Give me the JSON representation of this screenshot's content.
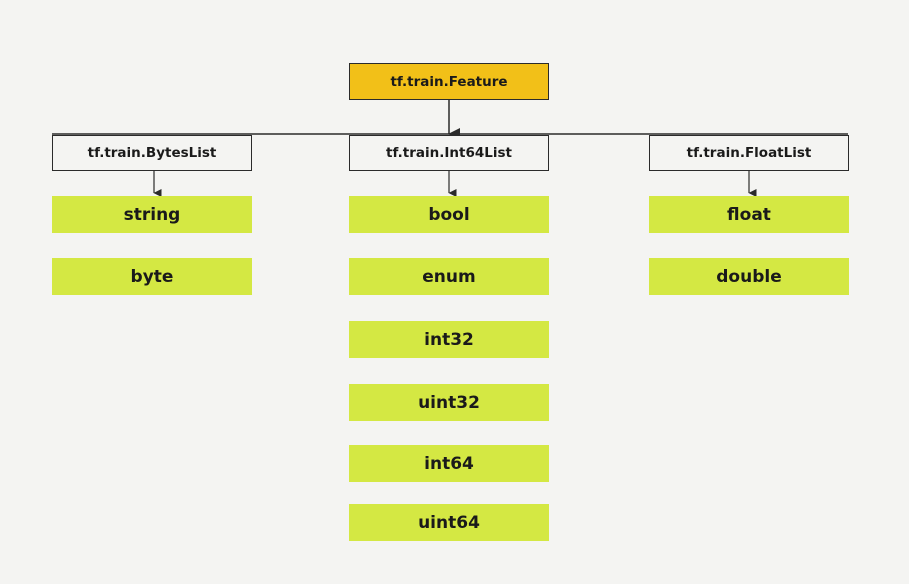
{
  "root": {
    "label": "tf.train.Feature"
  },
  "columns": [
    {
      "header": "tf.train.BytesList",
      "types": [
        "string",
        "byte"
      ]
    },
    {
      "header": "tf.train.Int64List",
      "types": [
        "bool",
        "enum",
        "int32",
        "uint32",
        "int64",
        "uint64"
      ]
    },
    {
      "header": "tf.train.FloatList",
      "types": [
        "float",
        "double"
      ]
    }
  ],
  "colors": {
    "background": "#f4f4f2",
    "root_fill": "#f2c018",
    "type_fill": "#d4e843",
    "border": "#2b2b2b",
    "connector": "#2b2b2b"
  }
}
